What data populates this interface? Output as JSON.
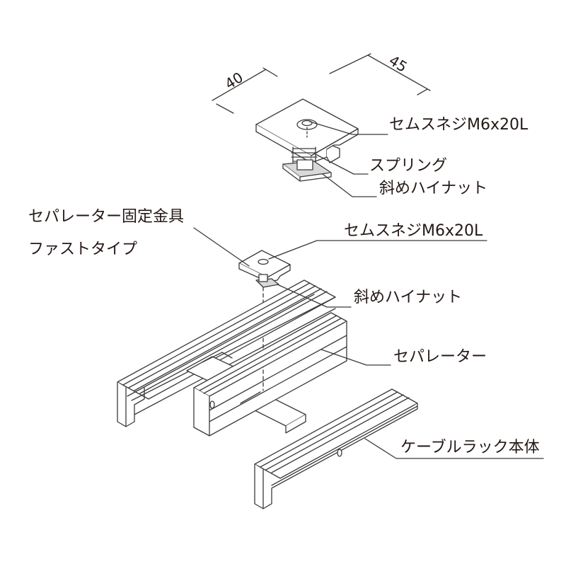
{
  "colors": {
    "ink": "#231815",
    "line": "#3a3a3a",
    "fill": "#ffffff",
    "shade": "#d9d9d9"
  },
  "dimensions": {
    "width": "40",
    "depth": "45"
  },
  "detail_labels": {
    "screw": "セムスネジM6x20L",
    "spring": "スプリング",
    "nut": "斜めハイナット"
  },
  "assembly_labels": {
    "bracket": "セパレーター固定金具",
    "bracket_type": "ファストタイプ",
    "screw": "セムスネジM6x20L",
    "nut": "斜めハイナット",
    "separator": "セパレーター",
    "rack": "ケーブルラック本体"
  }
}
